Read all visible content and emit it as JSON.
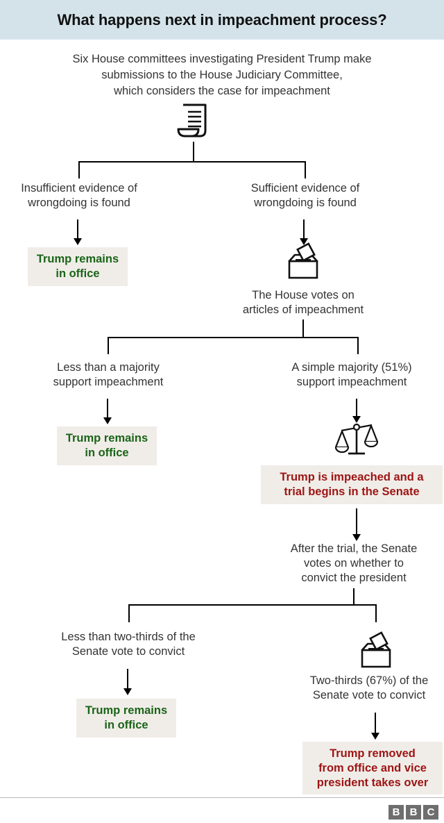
{
  "header": {
    "title": "What happens next in impeachment process?",
    "background": "#d4e3ea"
  },
  "intro": {
    "text": "Six House committees investigating President Trump make\nsubmissions to the House Judiciary Committee,\nwhich considers the case for impeachment"
  },
  "colors": {
    "outcome_green": "#1a6418",
    "outcome_red": "#9e1414",
    "box_background": "#f0ede8",
    "line": "#000000",
    "text": "#333333"
  },
  "nodes": {
    "insufficient_evidence": "Insufficient evidence of\nwrongdoing is found",
    "sufficient_evidence": "Sufficient evidence of\nwrongdoing is found",
    "house_votes": "The House votes on\narticles of impeachment",
    "less_than_majority": "Less than a majority\nsupport impeachment",
    "simple_majority": "A simple majority (51%)\nsupport impeachment",
    "after_trial": "After the trial, the Senate\nvotes on whether to\nconvict the president",
    "less_than_two_thirds": "Less than two-thirds of the\nSenate vote to convict",
    "two_thirds": "Two-thirds (67%) of the\nSenate vote to convict"
  },
  "outcomes": {
    "remains_1": "Trump remains\nin office",
    "remains_2": "Trump remains\nin office",
    "remains_3": "Trump remains\nin office",
    "impeached": "Trump is impeached and a\ntrial begins in the Senate",
    "removed": "Trump removed\nfrom office and vice\npresident takes over"
  },
  "icons": {
    "document": "document-scroll-icon",
    "ballot_house": "ballot-box-icon",
    "scales": "scales-of-justice-icon",
    "ballot_senate": "ballot-box-icon"
  },
  "footer": {
    "logo": [
      "B",
      "B",
      "C"
    ]
  }
}
